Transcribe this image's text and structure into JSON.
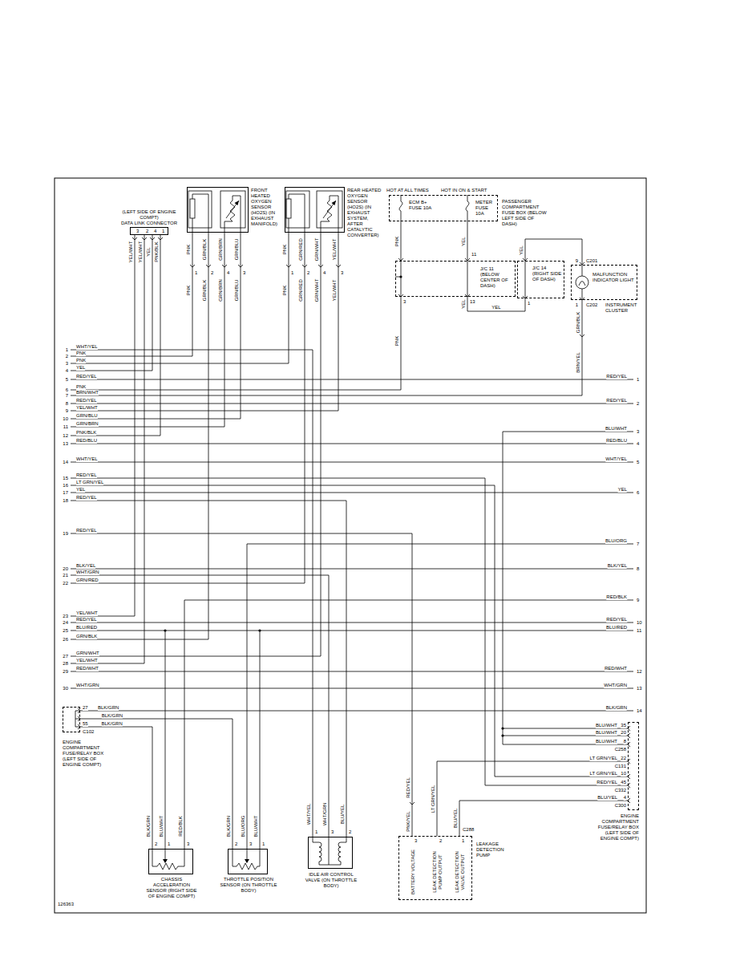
{
  "diagram": {
    "nodes": [
      {
        "text": [
          "(LEFT SIDE OF ENGINE COMPT)",
          "DATA LINK CONNECTOR"
        ]
      },
      {
        "text": [
          "FRONT HEATED OXYGEN SENSOR (HO2S) (IN EXHAUST MANIFOLD)"
        ]
      },
      {
        "text": [
          "REAR HEATED OXYGEN SENSOR (HO2S) (IN EXHAUST SYSTEM, AFTER CATALYTIC CONVERTER)"
        ]
      },
      {
        "text": [
          "HOT AT ALL TIMES",
          "HOT IN ON & START",
          "ECM B+ FUSE 10A",
          "METER FUSE 10A",
          "PASSENGER COMPARTMENT FUSE BOX (BELOW LEFT SIDE OF DASH)"
        ]
      },
      {
        "text": [
          "J/C 11 (BELOW CENTER OF DASH)"
        ]
      },
      {
        "text": [
          "J/C 14 (RIGHT SIDE OF DASH)"
        ]
      },
      {
        "text": [
          "MALFUNCTION INDICATOR LIGHT",
          "INSTRUMENT CLUSTER"
        ]
      },
      {
        "text": [
          "ENGINE COMPARTMENT FUSE/RELAY BOX (LEFT SIDE OF ENGINE COMPT)"
        ]
      },
      {
        "text": [
          "ENGINE COMPARTMENT FUSE/RELAY BOX (LEFT SIDE OF ENGINE COMPT)"
        ]
      },
      {
        "text": [
          "CHASSIS ACCELERATION SENSOR (RIGHT SIDE OF ENGINE COMPT)"
        ]
      },
      {
        "text": [
          "THROTTLE POSITION SENSOR (ON THROTTLE BODY)"
        ]
      },
      {
        "text": [
          "IDLE AIR CONTROL VALVE (ON THROTTLE BODY)"
        ]
      },
      {
        "text": [
          "BATTERY VOLTAGE",
          "LEAK DETECTION PUMP OUTPUT",
          "LEAK DETECTION VALVE OUTPUT",
          "LEAKAGE DETECTION PUMP"
        ]
      }
    ],
    "edges": [
      {
        "from": 3,
        "to": 4,
        "arrow": "none",
        "label": "PNK"
      },
      {
        "from": 3,
        "to": 4,
        "arrow": "none",
        "label": "YEL"
      },
      {
        "from": 4,
        "to": 5,
        "arrow": "none",
        "label": "YEL"
      },
      {
        "from": 5,
        "to": 6,
        "arrow": "none",
        "label": "YEL"
      },
      {
        "from": 7,
        "to": 9,
        "arrow": "none",
        "label": "BLK/GRN"
      },
      {
        "from": 7,
        "to": 10,
        "arrow": "none",
        "label": "BLK/GRN"
      },
      {
        "from": 8,
        "to": 12,
        "arrow": "none",
        "label": "LT GRN/YEL"
      },
      {
        "from": 8,
        "to": 12,
        "arrow": "none",
        "label": "BLU/YEL"
      }
    ],
    "labels": [
      "1",
      "2",
      "3",
      "4",
      "5",
      "6",
      "7",
      "8",
      "9",
      "10",
      "11",
      "12",
      "13",
      "14",
      "15",
      "16",
      "17",
      "18",
      "19",
      "20",
      "21",
      "22",
      "23",
      "24",
      "25",
      "26",
      "27",
      "28",
      "29",
      "30",
      "WHT/YEL",
      "PNK",
      "PNK",
      "YEL",
      "RED/YEL",
      "PNK",
      "BRN/WHT",
      "RED/YEL",
      "YEL/WHT",
      "GRN/BLU",
      "GRN/BRN",
      "PNK/BLK",
      "RED/BLU",
      "WHT/YEL",
      "RED/YEL",
      "LT GRN/YEL",
      "YEL",
      "RED/YEL",
      "RED/YEL",
      "BLK/YEL",
      "WHT/GRN",
      "GRN/RED",
      "YEL/WHT",
      "RED/YEL",
      "BLU/RED",
      "GRN/BLK",
      "GRN/WHT",
      "YEL/WHT",
      "RED/WHT",
      "WHT/GRN",
      "1",
      "2",
      "3",
      "4",
      "5",
      "6",
      "7",
      "8",
      "9",
      "10",
      "11",
      "12",
      "13",
      "14",
      "RED/YEL",
      "RED/YEL",
      "BLU/WHT",
      "RED/BLU",
      "WHT/YEL",
      "YEL",
      "BLU/ORG",
      "BLK/YEL",
      "RED/BLK",
      "RED/YEL",
      "BLU/RED",
      "RED/WHT",
      "WHT/GRN",
      "BLK/GRN",
      "3",
      "2",
      "4",
      "1",
      "YEL/WHT",
      "YEL/WHT",
      "YEL",
      "PNK/BLK",
      "PNK",
      "GRN/BLK",
      "GRN/BRN",
      "GRN/BLU",
      "1",
      "2",
      "4",
      "3",
      "PNK",
      "GRN/BLK",
      "GRN/BRN",
      "GRN/BLU",
      "PNK",
      "GRN/RED",
      "GRN/WHT",
      "YEL/WHT",
      "1",
      "2",
      "4",
      "3",
      "PNK",
      "GRN/RED",
      "GRN/WHT",
      "YEL/WHT",
      "11",
      "3",
      "13",
      "PNK",
      "YEL",
      "1",
      "9",
      "C201",
      "1",
      "C202",
      "GRN/BLK",
      "BRN/YEL",
      "27",
      "55",
      "C102",
      "BLK/GRN",
      "BLK/GRN",
      "BLU/WHT",
      "RED/BLK",
      "2",
      "1",
      "3",
      "BLK/GRN",
      "BLU/ORG",
      "BLU/WHT",
      "2",
      "3",
      "1",
      "WHT/YEL",
      "WHT/GRN",
      "BLU/YEL",
      "1",
      "3",
      "2",
      "RED/YEL",
      "PNK/YEL",
      "C288",
      "3",
      "2",
      "1",
      "BLU/WHT",
      "35",
      "BLU/WHT",
      "20",
      "BLU/WHT",
      "8",
      "C258",
      "LT GRN/YEL",
      "22",
      "C131",
      "LT GRN/YEL",
      "10",
      "RED/YEL",
      "45",
      "C332",
      "BLU/YEL",
      "4",
      "C300",
      "126363"
    ]
  }
}
